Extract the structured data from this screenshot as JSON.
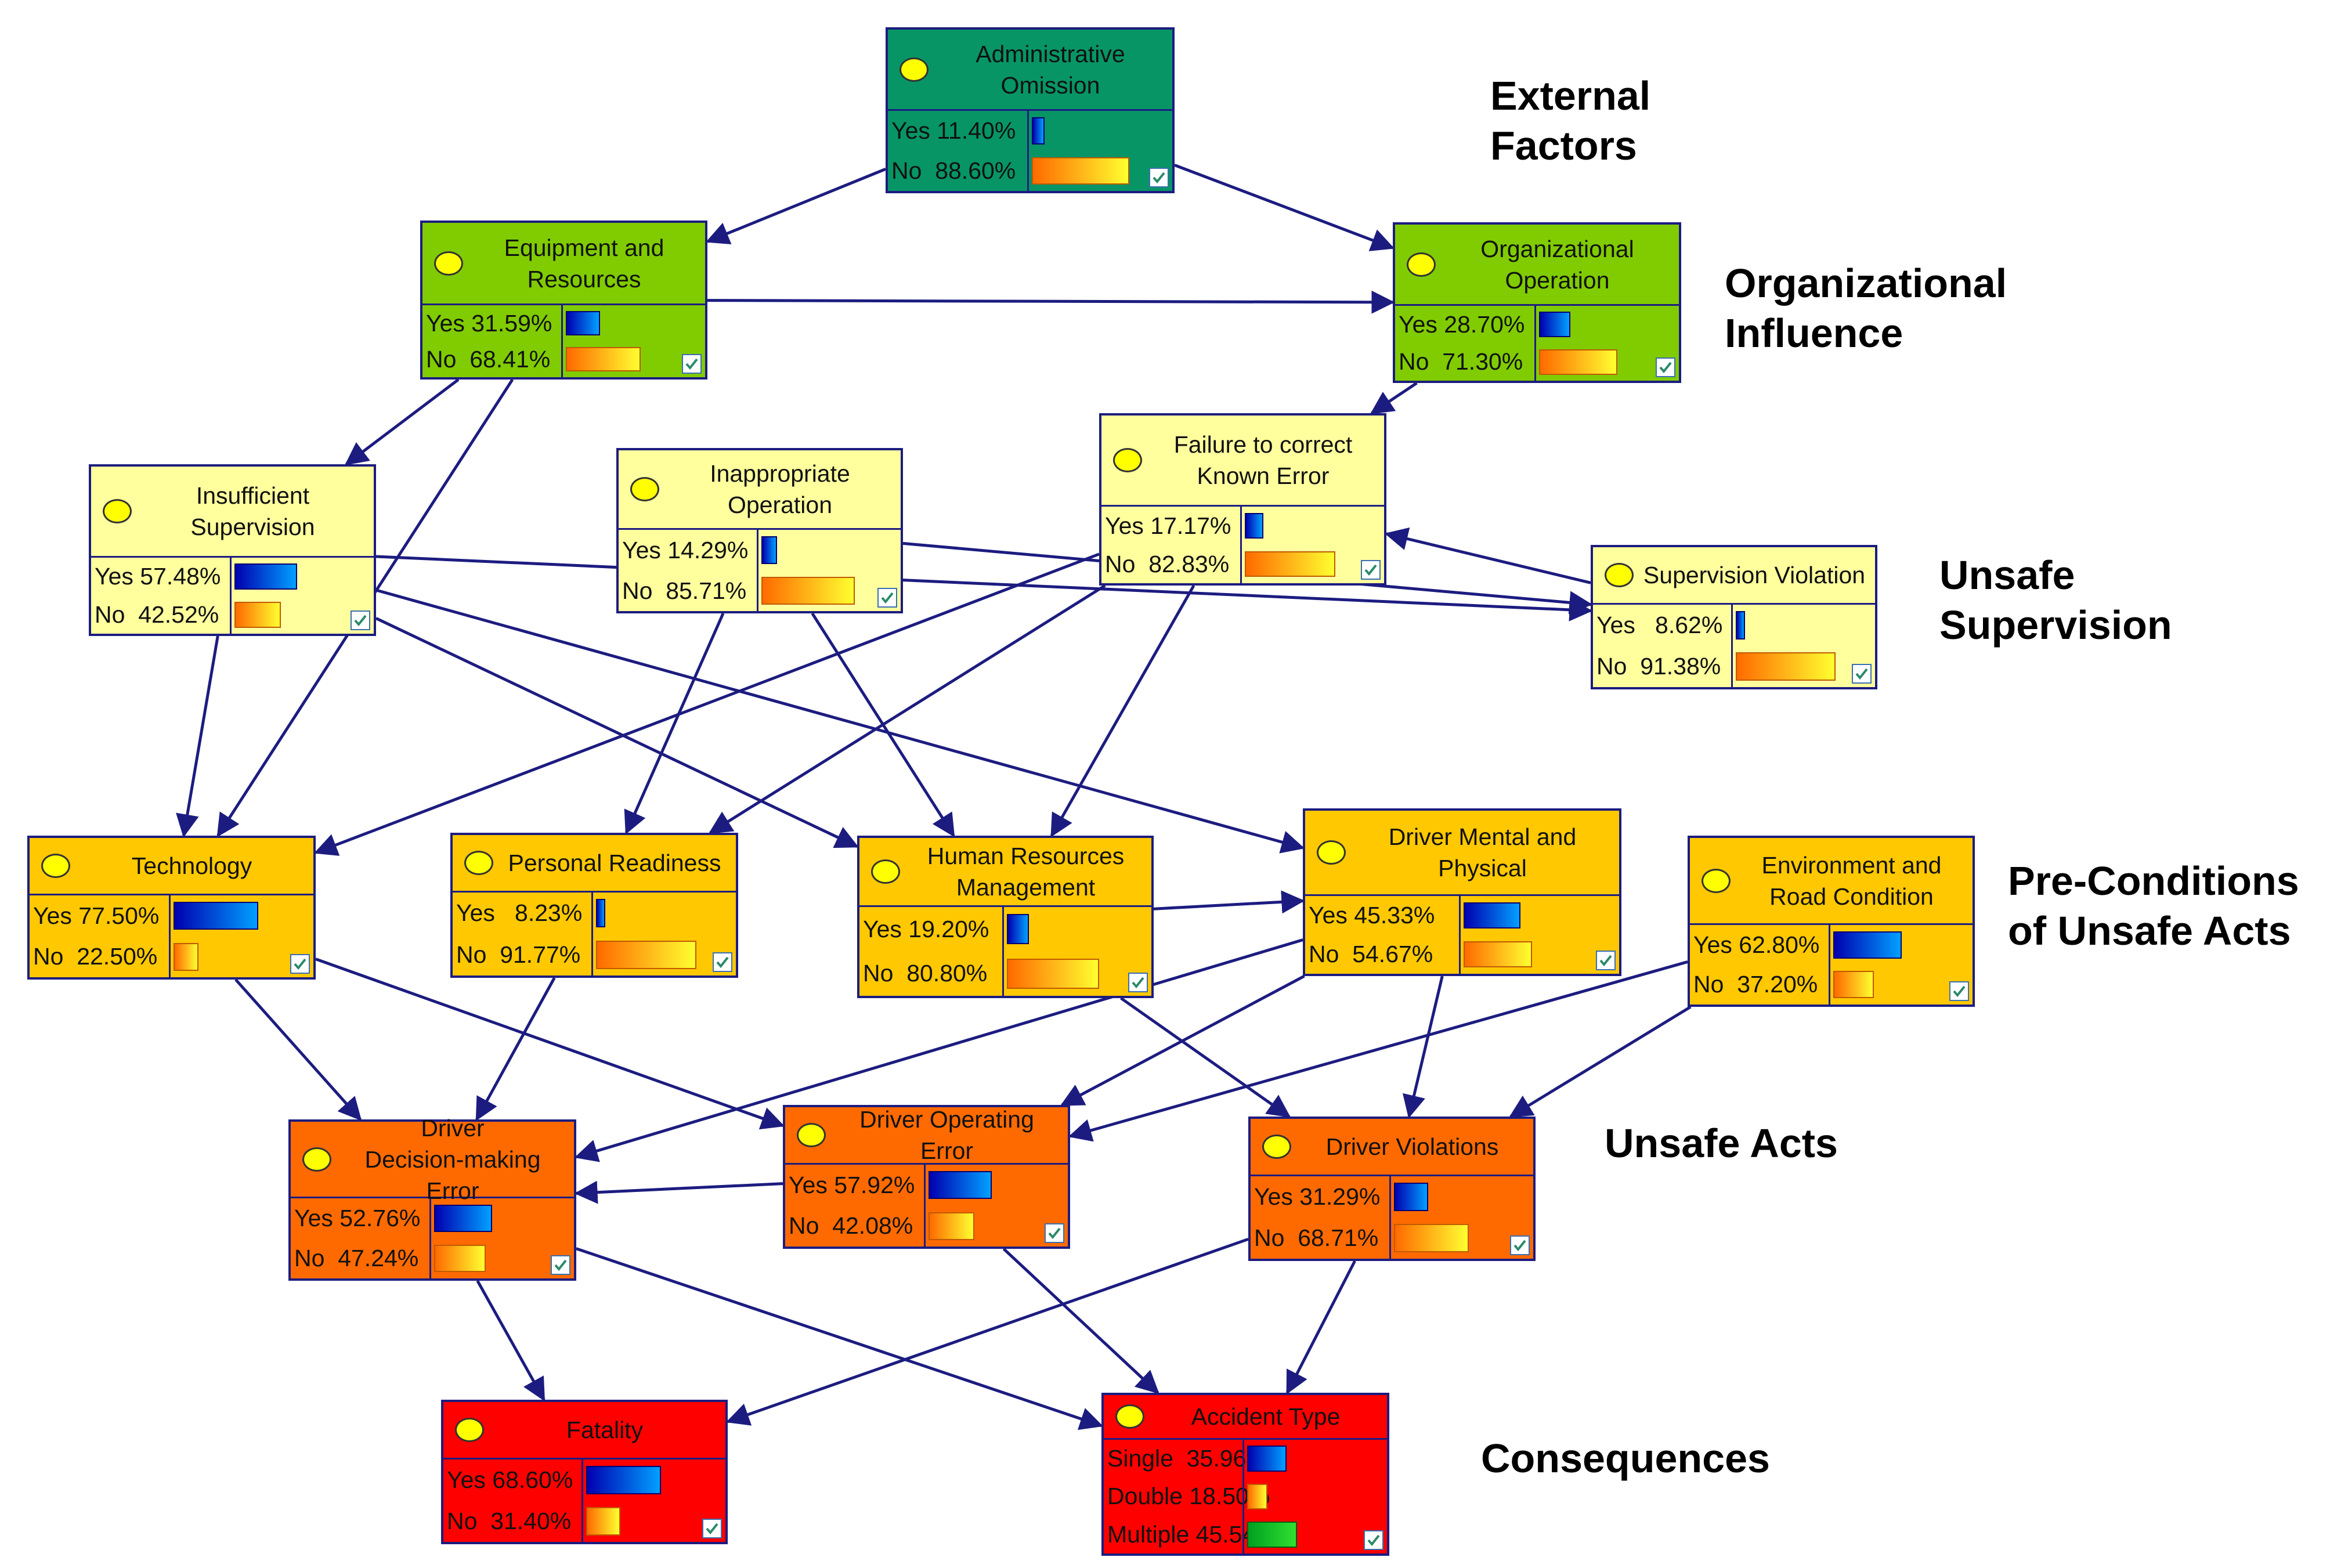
{
  "colors": {
    "external": "#079566",
    "organizational": "#80cc00",
    "supervision": "#ffff9e",
    "preconditions": "#ffc800",
    "unsafe_acts": "#ff6a00",
    "consequences": "#ff0000",
    "edge": "#1c1c80"
  },
  "levels": [
    {
      "id": "external",
      "label": "External\nFactors"
    },
    {
      "id": "organizational",
      "label": "Organizational\nInfluence"
    },
    {
      "id": "supervision",
      "label": "Unsafe\nSupervision"
    },
    {
      "id": "preconditions",
      "label": "Pre-Conditions\nof Unsafe Acts"
    },
    {
      "id": "unsafe_acts",
      "label": "Unsafe Acts"
    },
    {
      "id": "consequences",
      "label": "Consequences"
    }
  ],
  "nodes": [
    {
      "id": "admin",
      "title": "Administrative\nOmission",
      "tier": "external",
      "icon": "yellow-circle-icon",
      "states": [
        {
          "label": "Yes 11.40%",
          "value": 0.114
        },
        {
          "label": "No  88.60%",
          "value": 0.886
        }
      ]
    },
    {
      "id": "equip",
      "title": "Equipment and\nResources",
      "tier": "organizational",
      "icon": "yellow-circle-icon",
      "states": [
        {
          "label": "Yes 31.59%",
          "value": 0.3159
        },
        {
          "label": "No  68.41%",
          "value": 0.6841
        }
      ]
    },
    {
      "id": "orgop",
      "title": "Organizational\nOperation",
      "tier": "organizational",
      "icon": "yellow-circle-icon",
      "states": [
        {
          "label": "Yes 28.70%",
          "value": 0.287
        },
        {
          "label": "No  71.30%",
          "value": 0.713
        }
      ]
    },
    {
      "id": "insuff",
      "title": "Insufficient\nSupervision",
      "tier": "supervision",
      "icon": "yellow-circle-icon",
      "states": [
        {
          "label": "Yes 57.48%",
          "value": 0.5748
        },
        {
          "label": "No  42.52%",
          "value": 0.4252
        }
      ]
    },
    {
      "id": "inapp",
      "title": "Inappropriate\nOperation",
      "tier": "supervision",
      "icon": "yellow-circle-icon",
      "states": [
        {
          "label": "Yes 14.29%",
          "value": 0.1429
        },
        {
          "label": "No  85.71%",
          "value": 0.8571
        }
      ]
    },
    {
      "id": "failure",
      "title": "Failure to correct\nKnown Error",
      "tier": "supervision",
      "icon": "yellow-circle-icon",
      "states": [
        {
          "label": "Yes 17.17%",
          "value": 0.1717
        },
        {
          "label": "No  82.83%",
          "value": 0.8283
        }
      ]
    },
    {
      "id": "supviol",
      "title": "Supervision Violation",
      "tier": "supervision",
      "icon": "yellow-circle-icon",
      "states": [
        {
          "label": "Yes   8.62%",
          "value": 0.0862
        },
        {
          "label": "No  91.38%",
          "value": 0.9138
        }
      ]
    },
    {
      "id": "tech",
      "title": "Technology",
      "tier": "preconditions",
      "icon": "yellow-circle-icon",
      "states": [
        {
          "label": "Yes 77.50%",
          "value": 0.775
        },
        {
          "label": "No  22.50%",
          "value": 0.225
        }
      ]
    },
    {
      "id": "personal",
      "title": "Personal Readiness",
      "tier": "preconditions",
      "icon": "yellow-circle-icon",
      "states": [
        {
          "label": "Yes   8.23%",
          "value": 0.0823
        },
        {
          "label": "No  91.77%",
          "value": 0.9177
        }
      ]
    },
    {
      "id": "hrm",
      "title": "Human Resources\nManagement",
      "tier": "preconditions",
      "icon": "yellow-circle-icon",
      "states": [
        {
          "label": "Yes 19.20%",
          "value": 0.192
        },
        {
          "label": "No  80.80%",
          "value": 0.808
        }
      ]
    },
    {
      "id": "mental",
      "title": "Driver Mental and\nPhysical",
      "tier": "preconditions",
      "icon": "yellow-circle-icon",
      "states": [
        {
          "label": "Yes 45.33%",
          "value": 0.4533
        },
        {
          "label": "No  54.67%",
          "value": 0.5467
        }
      ]
    },
    {
      "id": "env",
      "title": "Environment and\nRoad Condition",
      "tier": "preconditions",
      "icon": "yellow-circle-icon",
      "states": [
        {
          "label": "Yes 62.80%",
          "value": 0.628
        },
        {
          "label": "No  37.20%",
          "value": 0.372
        }
      ]
    },
    {
      "id": "decision",
      "title": "Driver\nDecision-making Error",
      "tier": "unsafe_acts",
      "icon": "yellow-circle-icon",
      "states": [
        {
          "label": "Yes 52.76%",
          "value": 0.5276
        },
        {
          "label": "No  47.24%",
          "value": 0.4724
        }
      ]
    },
    {
      "id": "operating",
      "title": "Driver Operating Error",
      "tier": "unsafe_acts",
      "icon": "yellow-circle-icon",
      "states": [
        {
          "label": "Yes 57.92%",
          "value": 0.5792
        },
        {
          "label": "No  42.08%",
          "value": 0.4208
        }
      ]
    },
    {
      "id": "violations",
      "title": "Driver Violations",
      "tier": "unsafe_acts",
      "icon": "yellow-circle-icon",
      "states": [
        {
          "label": "Yes 31.29%",
          "value": 0.3129
        },
        {
          "label": "No  68.71%",
          "value": 0.6871
        }
      ]
    },
    {
      "id": "fatality",
      "title": "Fatality",
      "tier": "consequences",
      "icon": "yellow-circle-icon",
      "states": [
        {
          "label": "Yes 68.60%",
          "value": 0.686
        },
        {
          "label": "No  31.40%",
          "value": 0.314
        }
      ]
    },
    {
      "id": "accident",
      "title": "Accident Type",
      "tier": "consequences",
      "icon": "yellow-circle-icon",
      "states": [
        {
          "label": "Single  35.96%",
          "value": 0.3596
        },
        {
          "label": "Double 18.50%",
          "value": 0.185
        },
        {
          "label": "Multiple 45.54%",
          "value": 0.4554
        }
      ]
    }
  ],
  "edges": [
    [
      "admin",
      "equip"
    ],
    [
      "admin",
      "orgop"
    ],
    [
      "equip",
      "orgop"
    ],
    [
      "equip",
      "insuff"
    ],
    [
      "equip",
      "tech"
    ],
    [
      "orgop",
      "failure"
    ],
    [
      "supviol",
      "failure"
    ],
    [
      "insuff",
      "supviol"
    ],
    [
      "inapp",
      "supviol"
    ],
    [
      "insuff",
      "tech"
    ],
    [
      "insuff",
      "hrm"
    ],
    [
      "insuff",
      "mental"
    ],
    [
      "inapp",
      "personal"
    ],
    [
      "inapp",
      "hrm"
    ],
    [
      "failure",
      "tech"
    ],
    [
      "failure",
      "personal"
    ],
    [
      "failure",
      "hrm"
    ],
    [
      "hrm",
      "mental"
    ],
    [
      "tech",
      "decision"
    ],
    [
      "tech",
      "operating"
    ],
    [
      "personal",
      "decision"
    ],
    [
      "hrm",
      "violations"
    ],
    [
      "mental",
      "decision"
    ],
    [
      "mental",
      "operating"
    ],
    [
      "mental",
      "violations"
    ],
    [
      "env",
      "operating"
    ],
    [
      "env",
      "violations"
    ],
    [
      "operating",
      "decision"
    ],
    [
      "decision",
      "fatality"
    ],
    [
      "decision",
      "accident"
    ],
    [
      "operating",
      "accident"
    ],
    [
      "violations",
      "fatality"
    ],
    [
      "violations",
      "accident"
    ]
  ]
}
